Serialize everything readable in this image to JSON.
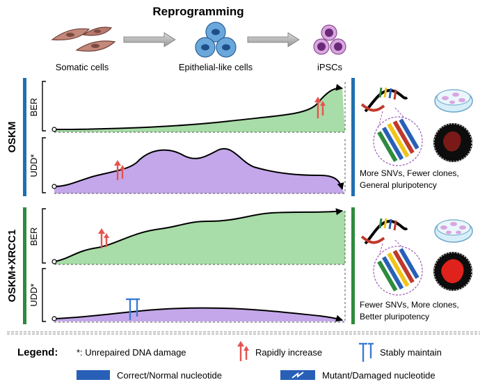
{
  "header": {
    "title": "Reprogramming",
    "stages": [
      "Somatic cells",
      "Epithelial-like cells",
      "iPSCs"
    ]
  },
  "panels": [
    {
      "group_label": "OSKM",
      "group_color": "#1f6fb2",
      "tracks": [
        "BER",
        "UDD*"
      ],
      "outcome": [
        "More SNVs, Fewer clones,",
        "General pluripotency"
      ]
    },
    {
      "group_label": "OSKM+XRCC1",
      "group_color": "#2e8b3e",
      "tracks": [
        "BER",
        "UDD*"
      ],
      "outcome": [
        "Fewer SNVs, More clones,",
        "Better pluripotency"
      ]
    }
  ],
  "legend": {
    "title": "Legend:",
    "items": [
      "*: Unrepaired DNA damage",
      "Rapidly increase",
      "Stably maintain",
      "Correct/Normal nucleotide",
      "Mutant/Damaged nucleotide"
    ]
  },
  "colors": {
    "ber_fill": "#a8dca8",
    "udd_fill": "#c4a7ea",
    "arrow_red": "#e8524e",
    "maintain_blue": "#3a7bd5",
    "nucleotide_blue": "#2860b8"
  }
}
